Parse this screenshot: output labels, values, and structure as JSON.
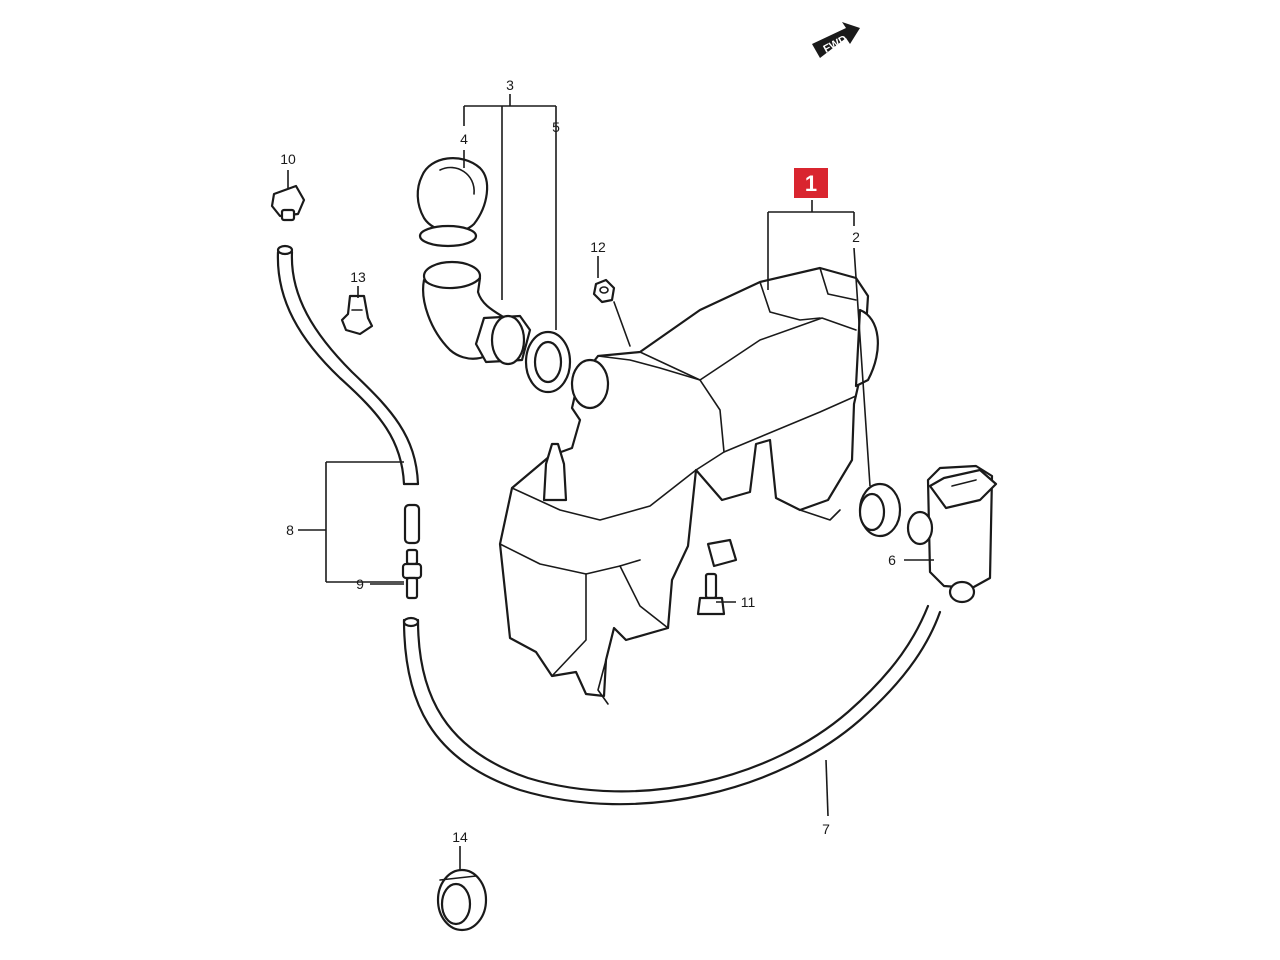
{
  "diagram": {
    "fwd_label": "FWD",
    "highlight_color": "#d9252f",
    "callouts": {
      "c1": "1",
      "c2": "2",
      "c3": "3",
      "c4": "4",
      "c5": "5",
      "c6": "6",
      "c7": "7",
      "c8": "8",
      "c9": "9",
      "c10": "10",
      "c11": "11",
      "c12": "12",
      "c13": "13",
      "c14": "14"
    }
  }
}
